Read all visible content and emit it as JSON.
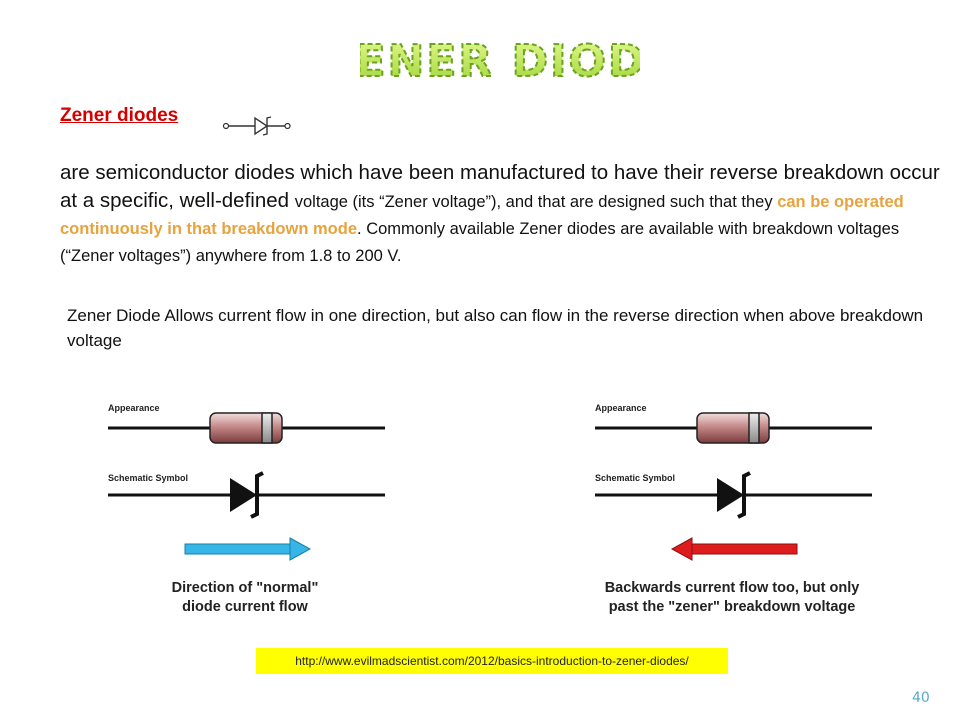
{
  "slide": {
    "title": "ZENER DIODE",
    "heading": "Zener diodes",
    "intro": {
      "p1": "are semiconductor diodes which have been  manufactured to have their reverse breakdown occur at a specific, well-defined ",
      "p2": "voltage (its “Zener voltage”), and that are designed such that they ",
      "highlight": "can be operated continuously in that breakdown mode",
      "p3": ". Commonly available Zener diodes are available with breakdown voltages (“Zener voltages”) anywhere from 1.8 to 200 V."
    },
    "note": "Zener Diode Allows current flow in one direction, but also can flow in the reverse direction when above breakdown voltage",
    "panels": [
      {
        "appearance_label": "Appearance",
        "symbol_label": "Schematic Symbol",
        "arrow_color": "#35b6e6",
        "caption_line1": "Direction of \"normal\"",
        "caption_line2": "diode current flow"
      },
      {
        "appearance_label": "Appearance",
        "symbol_label": "Schematic Symbol",
        "arrow_color": "#dd1c1c",
        "caption_line1": "Backwards current flow too, but only",
        "caption_line2": "past the \"zener\" breakdown voltage"
      }
    ],
    "source_link": "http://www.evilmadscientist.com/2012/basics-introduction-to-zener-diodes/",
    "page_number": "40"
  },
  "colors": {
    "title_fill": "#c6ec5a",
    "title_stroke": "#6aa321",
    "heading": "#d40000",
    "highlight": "#e8a33d",
    "link_background": "#ffff00",
    "page_number": "#5ba9c8"
  }
}
